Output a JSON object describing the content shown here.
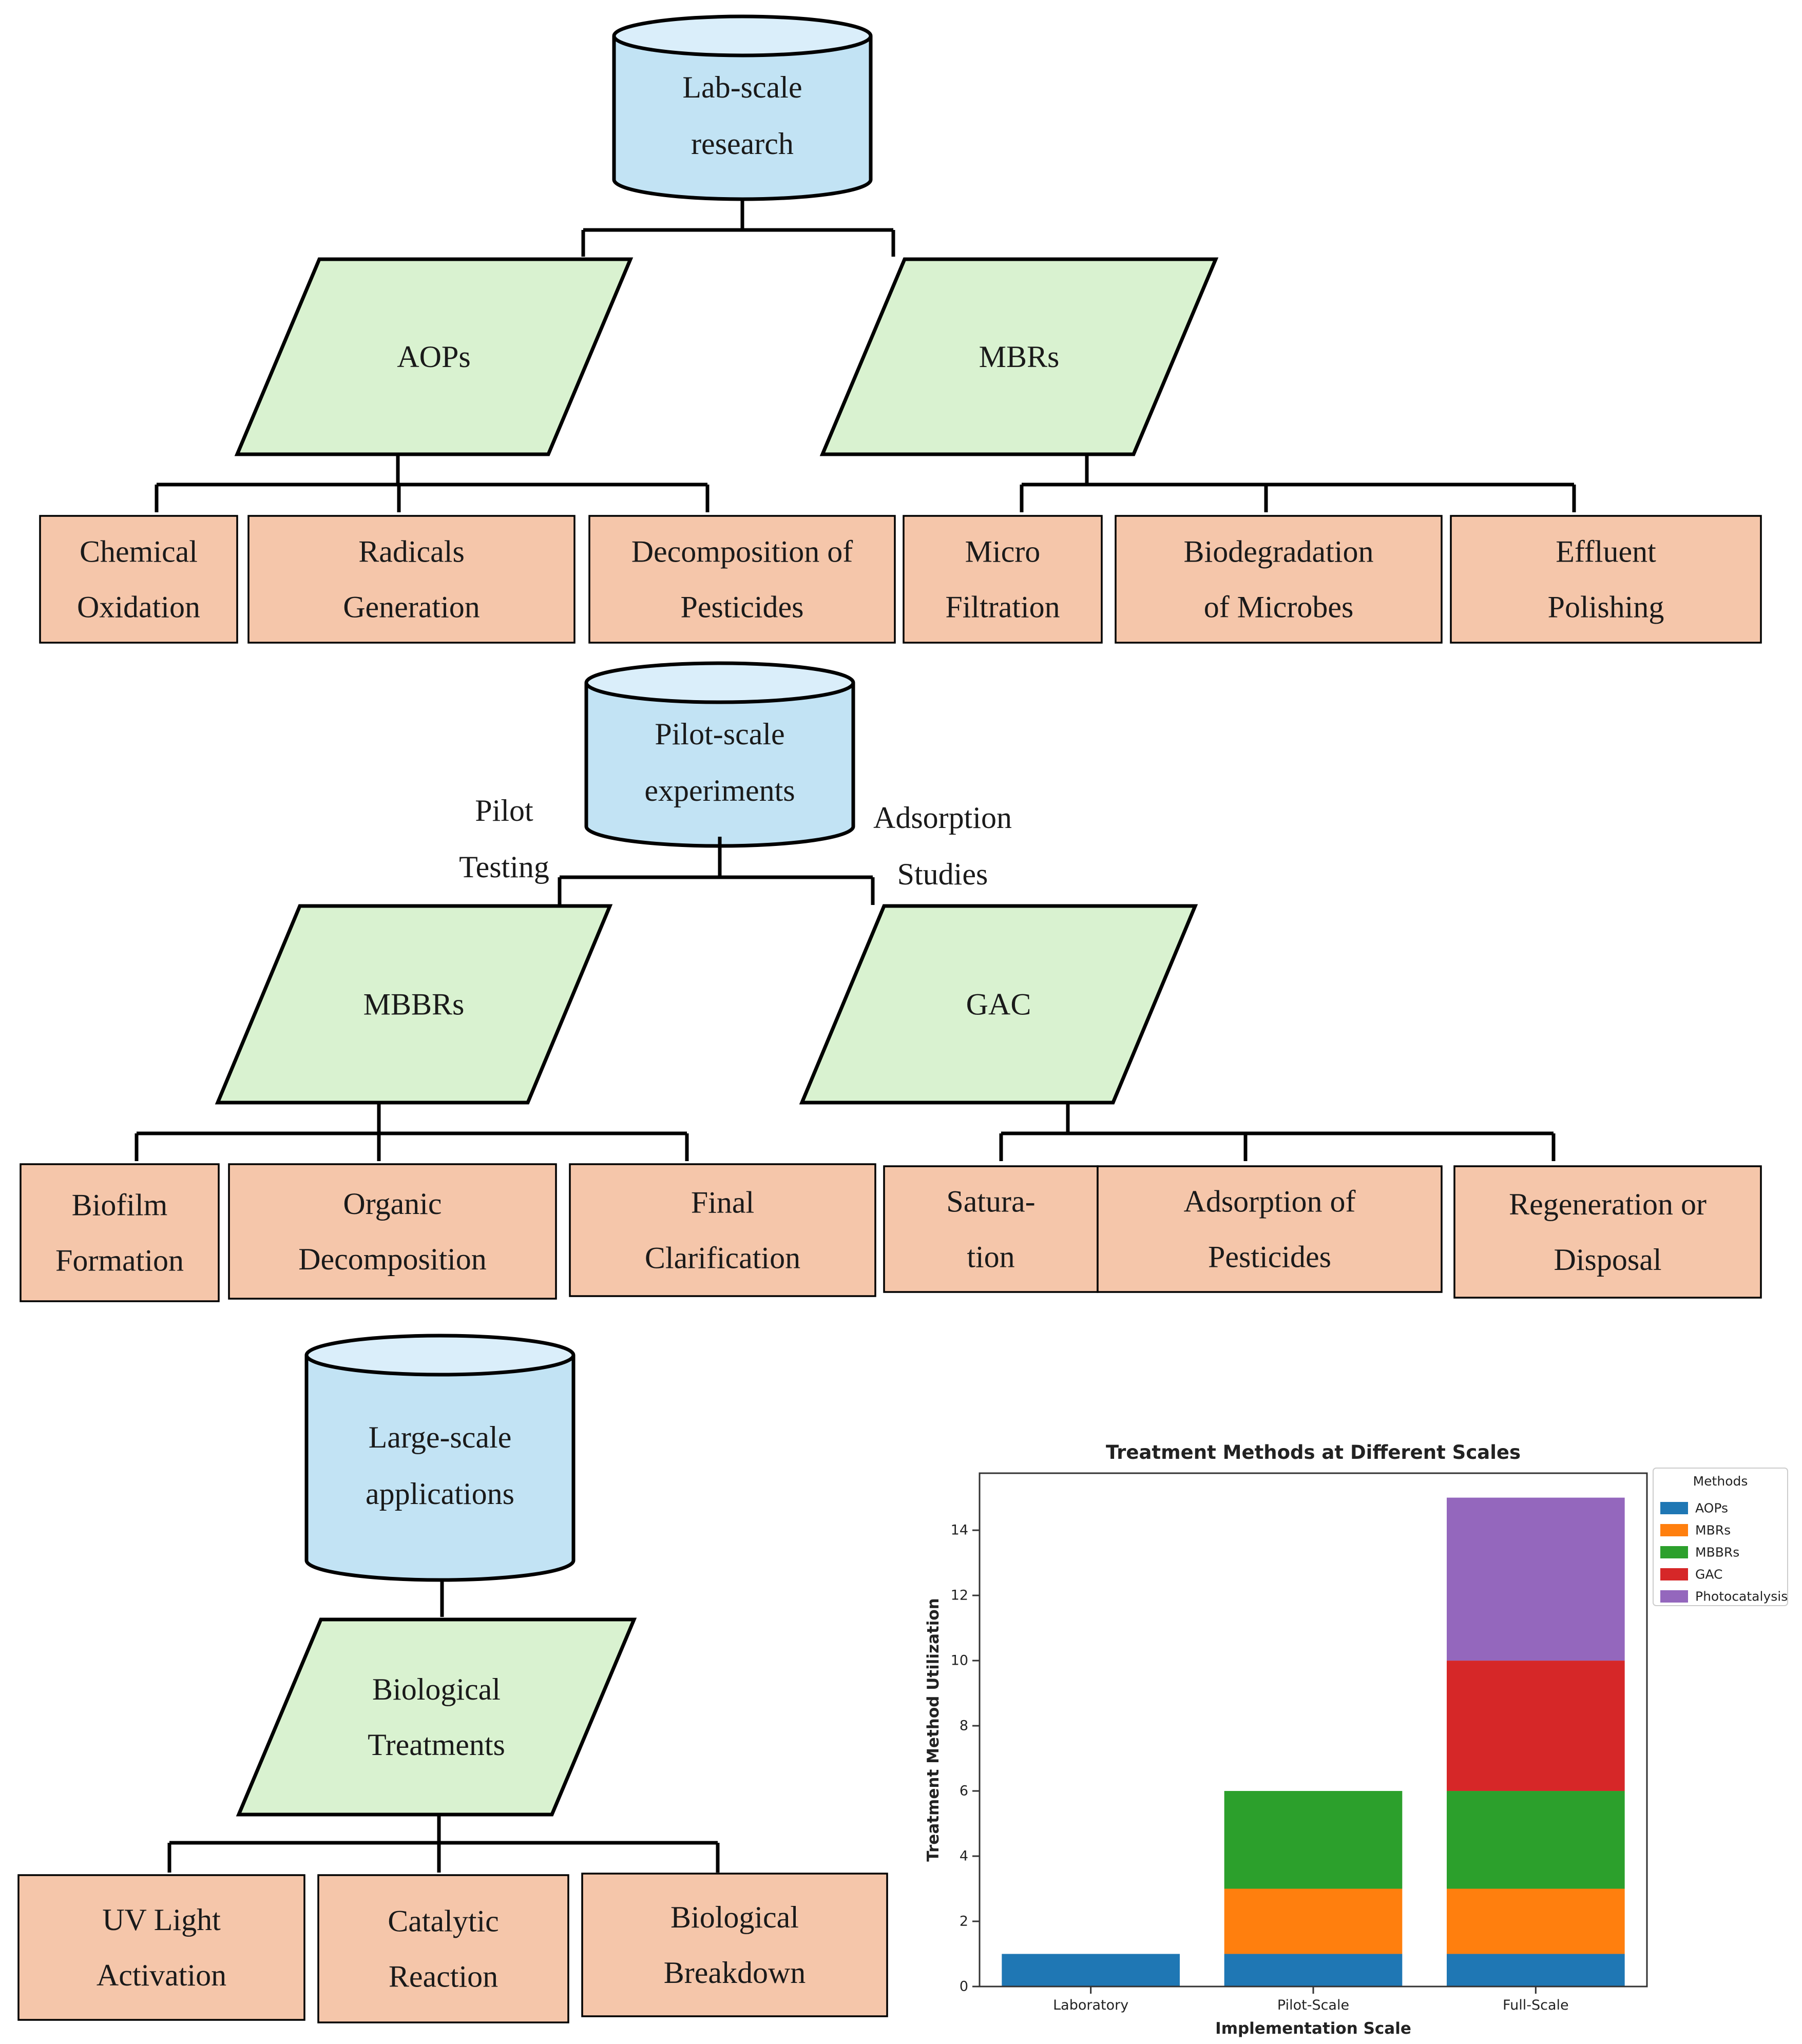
{
  "colors": {
    "cylinder_fill": "#c2e3f4",
    "cylinder_top": "#daeefa",
    "parallelogram_fill": "#d9f2d0",
    "box_fill": "#f5c6aa",
    "line": "#000000"
  },
  "flowchart": {
    "lab": {
      "title": [
        "Lab-scale",
        "research"
      ],
      "methods": [
        {
          "label": [
            "AOPs"
          ],
          "steps": [
            [
              "Chemical",
              "Oxidation"
            ],
            [
              "Radicals",
              "Generation"
            ],
            [
              "Decomposition of",
              "Pesticides"
            ]
          ]
        },
        {
          "label": [
            "MBRs"
          ],
          "steps": [
            [
              "Micro",
              "Filtration"
            ],
            [
              "Biodegradation",
              "of Microbes"
            ],
            [
              "Effluent",
              "Polishing"
            ]
          ]
        }
      ]
    },
    "pilot": {
      "title": [
        "Pilot-scale",
        "experiments"
      ],
      "side_labels": [
        [
          "Pilot",
          "Testing"
        ],
        [
          "Adsorption",
          "Studies"
        ]
      ],
      "methods": [
        {
          "label": [
            "MBBRs"
          ],
          "steps": [
            [
              "Biofilm",
              "Formation"
            ],
            [
              "Organic",
              "Decomposition"
            ],
            [
              "Final",
              "Clarification"
            ]
          ]
        },
        {
          "label": [
            "GAC"
          ],
          "steps": [
            [
              "Satura-",
              "tion"
            ],
            [
              "Adsorption of",
              "Pesticides"
            ],
            [
              "Regeneration or",
              "Disposal"
            ]
          ]
        }
      ]
    },
    "large": {
      "title": [
        "Large-scale",
        "applications"
      ],
      "methods": [
        {
          "label": [
            "Biological",
            "Treatments"
          ],
          "steps": [
            [
              "UV Light",
              "Activation"
            ],
            [
              "Catalytic",
              "Reaction"
            ],
            [
              "Biological",
              "Breakdown"
            ]
          ]
        }
      ]
    }
  },
  "chart_data": {
    "type": "bar",
    "stacked": true,
    "title": "Treatment Methods at Different Scales",
    "xlabel": "Implementation Scale",
    "ylabel": "Treatment Method Utilization",
    "categories": [
      "Laboratory",
      "Pilot-Scale",
      "Full-Scale"
    ],
    "ylim": [
      0,
      15.75
    ],
    "yticks": [
      0,
      2,
      4,
      6,
      8,
      10,
      12,
      14
    ],
    "legend_title": "Methods",
    "legend_position": "upper-right-outside",
    "series": [
      {
        "name": "AOPs",
        "color": "#1f77b4",
        "values": [
          1,
          1,
          1
        ]
      },
      {
        "name": "MBRs",
        "color": "#ff7f0e",
        "values": [
          0,
          2,
          2
        ]
      },
      {
        "name": "MBBRs",
        "color": "#2ca02c",
        "values": [
          0,
          3,
          3
        ]
      },
      {
        "name": "GAC",
        "color": "#d62728",
        "values": [
          0,
          0,
          4
        ]
      },
      {
        "name": "Photocatalysis",
        "color": "#9467bd",
        "values": [
          0,
          0,
          5
        ]
      }
    ]
  }
}
